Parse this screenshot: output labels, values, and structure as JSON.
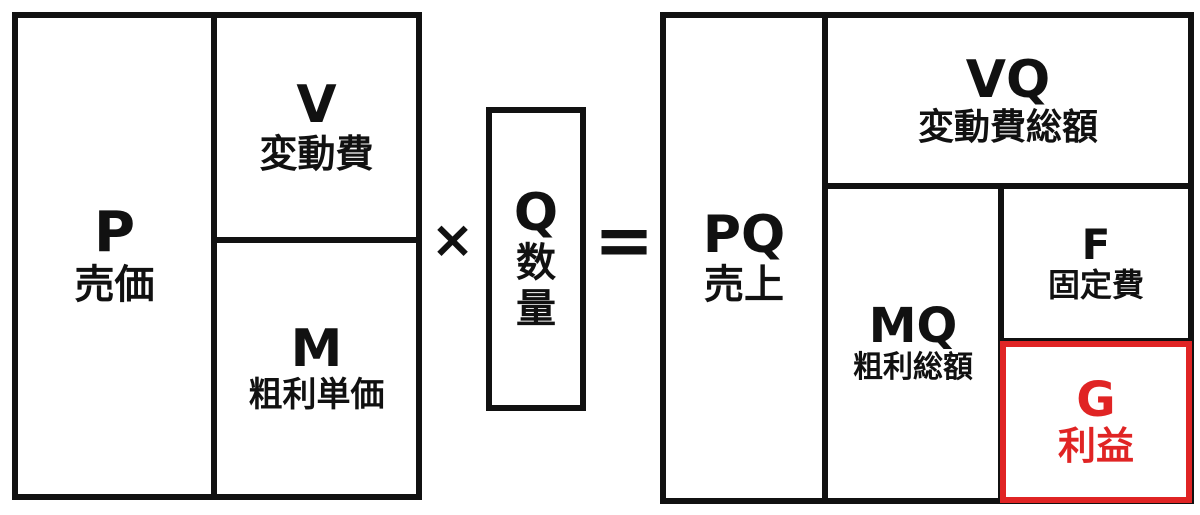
{
  "left": {
    "p": {
      "symbol": "P",
      "label": "売価"
    },
    "v": {
      "symbol": "V",
      "label": "変動費"
    },
    "m": {
      "symbol": "M",
      "label": "粗利単価"
    }
  },
  "multiply_sign": "×",
  "q": {
    "symbol": "Q",
    "label_line1": "数",
    "label_line2": "量"
  },
  "equals_sign": "=",
  "right": {
    "pq": {
      "symbol": "PQ",
      "label": "売上"
    },
    "vq": {
      "symbol": "VQ",
      "label": "変動費総額"
    },
    "mq": {
      "symbol": "MQ",
      "label": "粗利総額"
    },
    "f": {
      "symbol": "F",
      "label": "固定費"
    },
    "g": {
      "symbol": "G",
      "label": "利益"
    }
  },
  "colors": {
    "line": "#111111",
    "highlight": "#e02424"
  }
}
